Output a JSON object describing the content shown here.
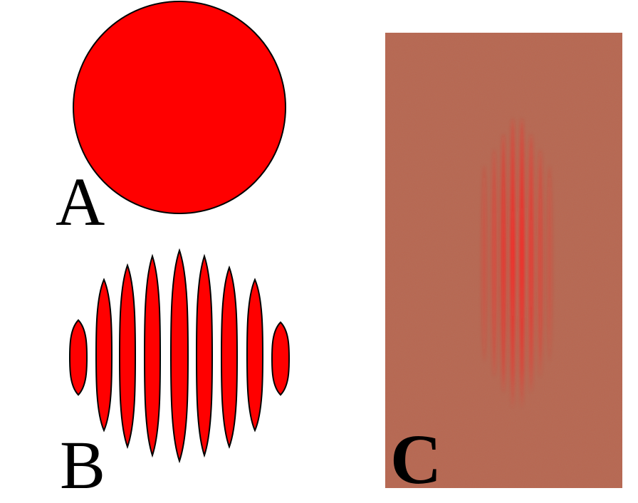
{
  "panels": {
    "a": {
      "label": "A",
      "fill_color": "#ff0000",
      "outline_color": "#000000"
    },
    "b": {
      "label": "B",
      "fill_color": "#ff0000",
      "outline_color": "#000000",
      "stripe_count": 9
    },
    "c": {
      "label": "C",
      "background_color": "#b76650",
      "fringe_color": "#ff2020"
    }
  }
}
